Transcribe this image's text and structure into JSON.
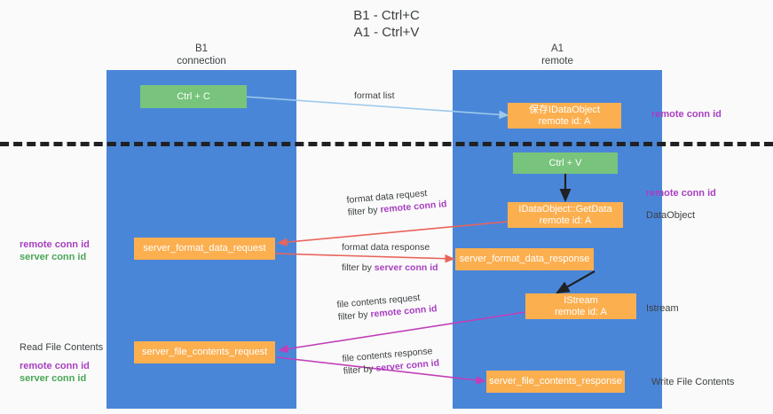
{
  "title": {
    "line1": "B1 - Ctrl+C",
    "line2": "A1 - Ctrl+V"
  },
  "columns": [
    {
      "name": "B1",
      "role": "connection"
    },
    {
      "name": "A1",
      "role": "remote"
    }
  ],
  "colors": {
    "lane": "#4a86d8",
    "green_box": "#78c47c",
    "orange_box": "#fbaf4f",
    "purple_text": "#a83fc1",
    "green_text": "#4aa657",
    "dark_text": "#3c4043",
    "arrow_lightblue": "#9dc9ec",
    "arrow_red": "#e8645a",
    "arrow_black": "#202124",
    "arrow_magenta": "#c13fb8",
    "background": "#fafafa"
  },
  "boxes": {
    "ctrl_c": {
      "line1": "Ctrl + C",
      "line2": ""
    },
    "save_idataobject": {
      "line1": "保存IDataObject",
      "line2": "remote id: A"
    },
    "ctrl_v": {
      "line1": "Ctrl + V",
      "line2": ""
    },
    "getdata": {
      "line1": "IDataObject::GetData",
      "line2": "remote id: A"
    },
    "server_format_data_request": {
      "line1": "server_format_data_request",
      "line2": ""
    },
    "server_format_data_response": {
      "line1": "server_format_data_response",
      "line2": ""
    },
    "istream": {
      "line1": "IStream",
      "line2": "remote id: A"
    },
    "server_file_contents_request": {
      "line1": "server_file_contents_request",
      "line2": ""
    },
    "server_file_contents_response": {
      "line1": "server_file_contents_response",
      "line2": ""
    }
  },
  "edge_labels": {
    "format_list": {
      "text": "format list"
    },
    "format_data_request": {
      "line1": "format data request",
      "prefix": "filter by ",
      "highlight": "remote conn id"
    },
    "format_data_response": {
      "line1": "format data response",
      "prefix": "filter by ",
      "highlight": "server conn id"
    },
    "file_contents_request": {
      "line1": "file contents request",
      "prefix": "filter by ",
      "highlight": "remote conn id"
    },
    "file_contents_response": {
      "line1": "file contents response",
      "prefix": "filter by ",
      "highlight": "server conn id"
    }
  },
  "annotations": {
    "right_top_remote_conn_id": "remote conn id",
    "right_mid_remote_conn_id": "remote conn id",
    "right_dataobject": "DataObject",
    "right_istream": "Istream",
    "right_write_file_contents": "Write File Contents",
    "left_remote_conn_id_1": "remote conn id",
    "left_server_conn_id_1": "server conn id",
    "left_read_file_contents": "Read File Contents",
    "left_remote_conn_id_2": "remote conn id",
    "left_server_conn_id_2": "server conn id"
  }
}
